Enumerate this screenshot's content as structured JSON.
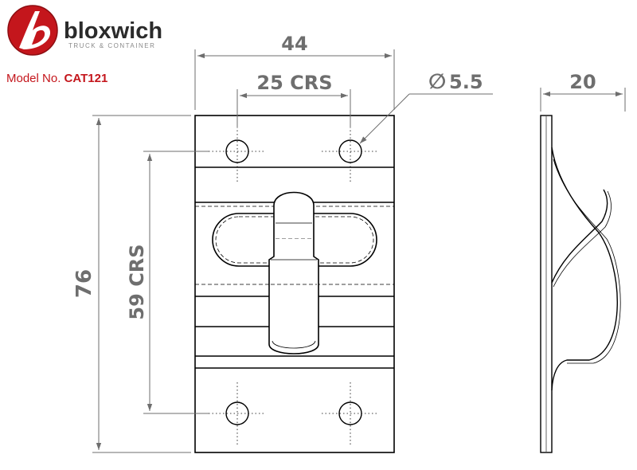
{
  "brand": {
    "name": "bloxwich",
    "tagline": "TRUCK & CONTAINER",
    "logo_color": "#c4161c"
  },
  "model": {
    "label": "Model No.",
    "value": "CAT121",
    "value_color": "#c4161c"
  },
  "dimensions": {
    "overall_width": "44",
    "hole_centres_horizontal": "25 CRS",
    "hole_diameter": "5.5",
    "diameter_symbol": "∅",
    "depth": "20",
    "overall_height": "76",
    "hole_centres_vertical": "59 CRS"
  },
  "colors": {
    "line": "#000000",
    "dimension": "#6e6e6e"
  }
}
